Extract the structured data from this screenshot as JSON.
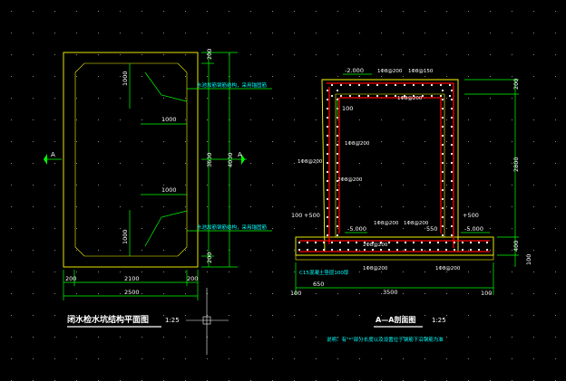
{
  "plan": {
    "title": "闭水检水坑结构平面图",
    "scale": "1:25",
    "section_marker": "A",
    "dims_right": [
      "200",
      "3600",
      "200",
      "4000"
    ],
    "dims_bottom": [
      "200",
      "2100",
      "200",
      "2500"
    ],
    "dims_left_v": [
      "1000",
      "1000"
    ],
    "dims_inner_h": [
      "1000",
      "1000"
    ],
    "note_top": "水池加筋钢筋结构，采用锚固筋",
    "note_bottom": "水池加筋钢筋结构，采用锚固筋"
  },
  "section": {
    "title": "A—A剖面图",
    "scale": "1:25",
    "levels": [
      "-2.000",
      "+500",
      "-5.000",
      "+500",
      "-5.000"
    ],
    "rebar_labels": [
      "1Φ8@200",
      "1Φ8@150",
      "1Φ8@200",
      "1Φ8@200",
      "1Φ8@200",
      "2Φ8@200",
      "1Φ8@200",
      "1Φ8@200",
      "2Φ8@200",
      "1Φ8@200",
      "1Φ8@200",
      "1Φ8@200",
      "1Φ8@200"
    ],
    "dims_right": [
      "200",
      "2800",
      "400",
      "100"
    ],
    "dims_small": [
      "100",
      "100"
    ],
    "dims_bottom": [
      "100",
      "650",
      "3500",
      "100"
    ],
    "dim_inner": "550",
    "base_note": "C15混凝土垫层100厚",
    "footnote": "说明：有\"*\"部分长度以及设置位于钢筋下沿钢筋为准"
  },
  "colors": {
    "wall": "#ffff00",
    "dimension": "#00ff00",
    "rebar": "#ff0000",
    "note": "#00ffff",
    "background": "#000000"
  }
}
